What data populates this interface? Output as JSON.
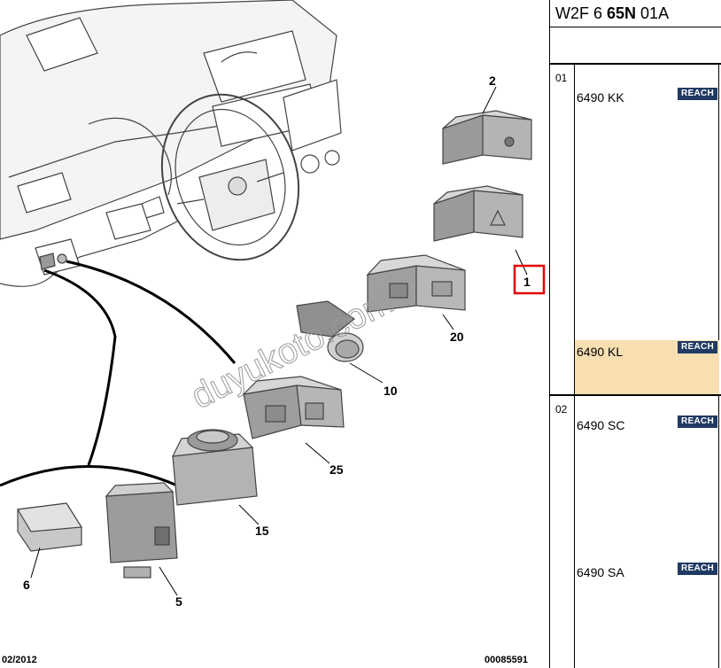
{
  "diagram": {
    "callouts": [
      "2",
      "1",
      "20",
      "10",
      "25",
      "15",
      "6",
      "5"
    ],
    "footer_left": "02/2012",
    "footer_right": "00085591",
    "watermark": "duyukoto.com",
    "highlight_color": "#e00000"
  },
  "panel": {
    "header": {
      "part_a": "W2F 6 ",
      "part_b": "65N",
      "part_c": " 01A"
    },
    "groups": [
      {
        "number": "01",
        "rows": [
          {
            "code": "6490 KK",
            "badge": "REACH",
            "highlighted": false
          },
          {
            "code": "6490 KL",
            "badge": "REACH",
            "highlighted": true
          }
        ]
      },
      {
        "number": "02",
        "rows": [
          {
            "code": "6490 SC",
            "badge": "REACH",
            "highlighted": false
          },
          {
            "code": "6490 SA",
            "badge": "REACH",
            "highlighted": false
          }
        ]
      }
    ],
    "colors": {
      "badge_bg": "#1f3a63",
      "highlight_bg": "#f8dfb2"
    }
  }
}
